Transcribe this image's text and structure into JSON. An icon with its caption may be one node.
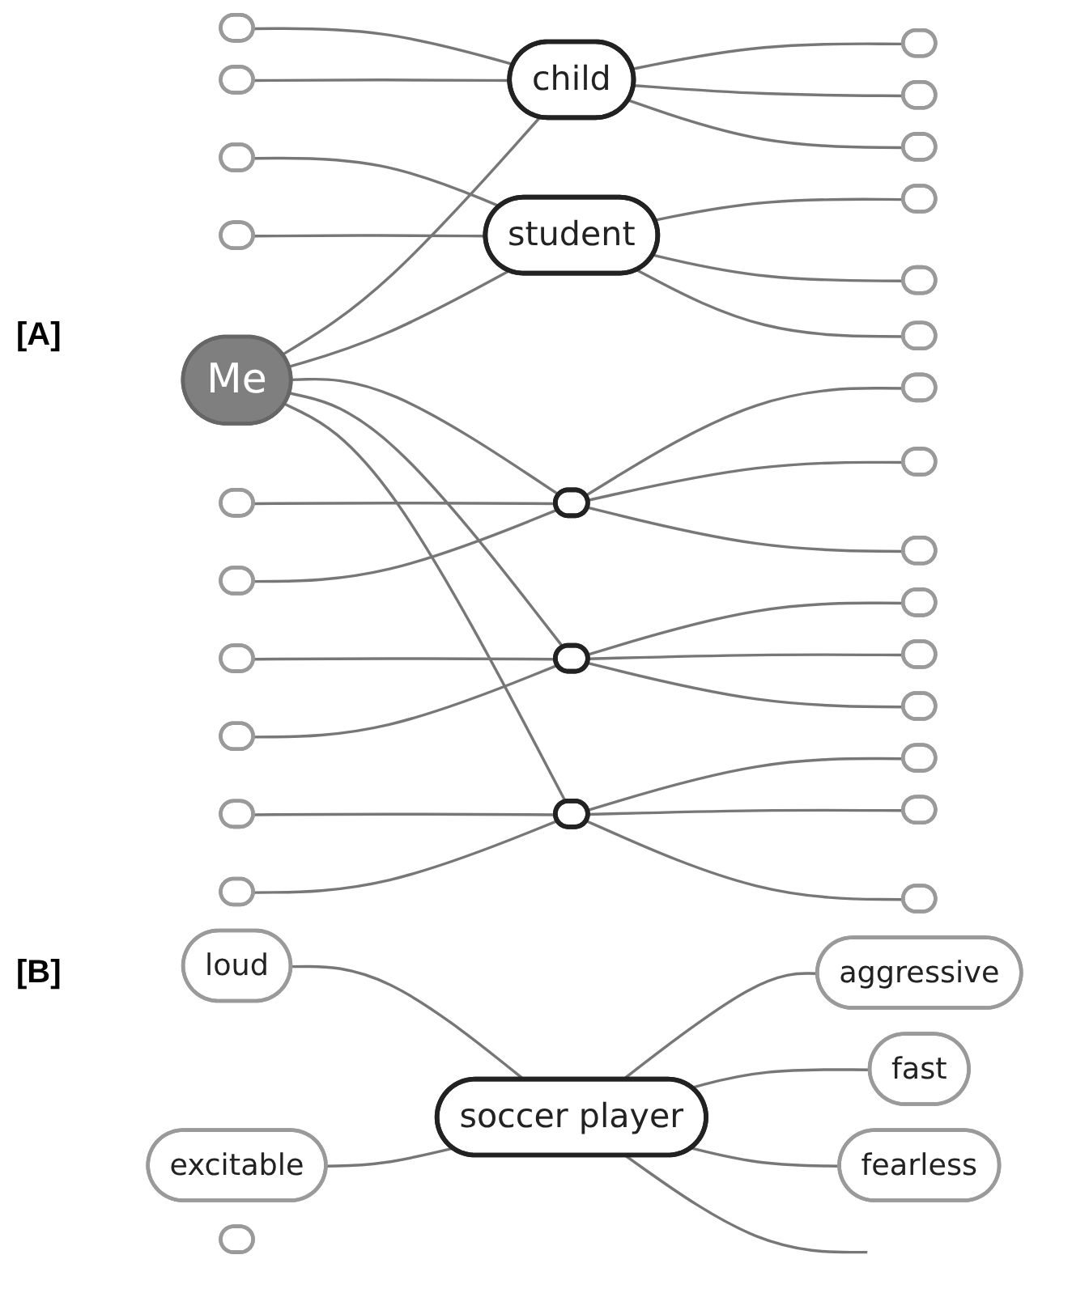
{
  "diagram": {
    "nodes": [
      {
        "text": [
          "child"
        ]
      },
      {
        "text": [],
        "shape": "ellipse"
      },
      {
        "text": [],
        "shape": "ellipse"
      },
      {
        "text": [],
        "shape": "ellipse"
      },
      {
        "text": [],
        "shape": "ellipse"
      },
      {
        "text": [],
        "shape": "ellipse"
      },
      {
        "text": [
          "student"
        ]
      },
      {
        "text": [],
        "shape": "ellipse"
      },
      {
        "text": [],
        "shape": "ellipse"
      },
      {
        "text": [],
        "shape": "ellipse"
      },
      {
        "text": [],
        "shape": "ellipse"
      },
      {
        "text": [],
        "shape": "ellipse"
      },
      {
        "text": [
          "Me"
        ]
      },
      {
        "text": [],
        "shape": "ellipse"
      },
      {
        "text": [],
        "shape": "ellipse"
      },
      {
        "text": [],
        "shape": "ellipse"
      },
      {
        "text": [],
        "shape": "ellipse"
      },
      {
        "text": [],
        "shape": "ellipse"
      },
      {
        "text": [],
        "shape": "ellipse"
      },
      {
        "text": [],
        "shape": "ellipse"
      },
      {
        "text": [],
        "shape": "ellipse"
      },
      {
        "text": [],
        "shape": "ellipse"
      },
      {
        "text": [],
        "shape": "ellipse"
      },
      {
        "text": [],
        "shape": "ellipse"
      },
      {
        "text": [],
        "shape": "ellipse"
      },
      {
        "text": [],
        "shape": "ellipse"
      },
      {
        "text": [],
        "shape": "ellipse"
      },
      {
        "text": [],
        "shape": "ellipse"
      },
      {
        "text": [],
        "shape": "ellipse"
      },
      {
        "text": [],
        "shape": "ellipse"
      },
      {
        "text": [],
        "shape": "ellipse"
      },
      {
        "text": [
          "loud"
        ]
      },
      {
        "text": [
          "excitable"
        ]
      },
      {
        "text": [
          "aggressive"
        ]
      },
      {
        "text": [
          "soccer player"
        ]
      },
      {
        "text": [
          "fast"
        ]
      },
      {
        "text": [
          "fearless"
        ]
      },
      {
        "text": [],
        "shape": "ellipse"
      }
    ],
    "edges": [
      {
        "from": 12,
        "to": 0,
        "arrow": "none"
      },
      {
        "from": 12,
        "to": 6,
        "arrow": "none"
      },
      {
        "from": 12,
        "to": 13,
        "arrow": "none"
      },
      {
        "from": 12,
        "to": 25,
        "arrow": "none"
      },
      {
        "from": 12,
        "to": 19,
        "arrow": "none"
      },
      {
        "from": 1,
        "to": 0,
        "arrow": "none"
      },
      {
        "from": 2,
        "to": 0,
        "arrow": "none"
      },
      {
        "from": 0,
        "to": 3,
        "arrow": "none"
      },
      {
        "from": 0,
        "to": 4,
        "arrow": "none"
      },
      {
        "from": 0,
        "to": 5,
        "arrow": "none"
      },
      {
        "from": 7,
        "to": 6,
        "arrow": "none"
      },
      {
        "from": 8,
        "to": 6,
        "arrow": "none"
      },
      {
        "from": 6,
        "to": 9,
        "arrow": "none"
      },
      {
        "from": 6,
        "to": 10,
        "arrow": "none"
      },
      {
        "from": 6,
        "to": 11,
        "arrow": "none"
      },
      {
        "from": 14,
        "to": 13,
        "arrow": "none"
      },
      {
        "from": 15,
        "to": 13,
        "arrow": "none"
      },
      {
        "from": 13,
        "to": 16,
        "arrow": "none"
      },
      {
        "from": 13,
        "to": 17,
        "arrow": "none"
      },
      {
        "from": 13,
        "to": 18,
        "arrow": "none"
      },
      {
        "from": 20,
        "to": 19,
        "arrow": "none"
      },
      {
        "from": 21,
        "to": 19,
        "arrow": "none"
      },
      {
        "from": 19,
        "to": 22,
        "arrow": "none"
      },
      {
        "from": 19,
        "to": 23,
        "arrow": "none"
      },
      {
        "from": 19,
        "to": 24,
        "arrow": "none"
      },
      {
        "from": 26,
        "to": 25,
        "arrow": "none"
      },
      {
        "from": 27,
        "to": 25,
        "arrow": "none"
      },
      {
        "from": 25,
        "to": 28,
        "arrow": "none"
      },
      {
        "from": 25,
        "to": 29,
        "arrow": "none"
      },
      {
        "from": 25,
        "to": 30,
        "arrow": "none"
      },
      {
        "from": 31,
        "to": 34,
        "arrow": "none"
      },
      {
        "from": 32,
        "to": 34,
        "arrow": "none"
      },
      {
        "from": 34,
        "to": 33,
        "arrow": "none"
      },
      {
        "from": 34,
        "to": 35,
        "arrow": "none"
      },
      {
        "from": 34,
        "to": 36,
        "arrow": "none"
      },
      {
        "from": 34,
        "to": null,
        "arrow": "none"
      }
    ],
    "labels": [
      "[A]",
      "[B]"
    ]
  }
}
